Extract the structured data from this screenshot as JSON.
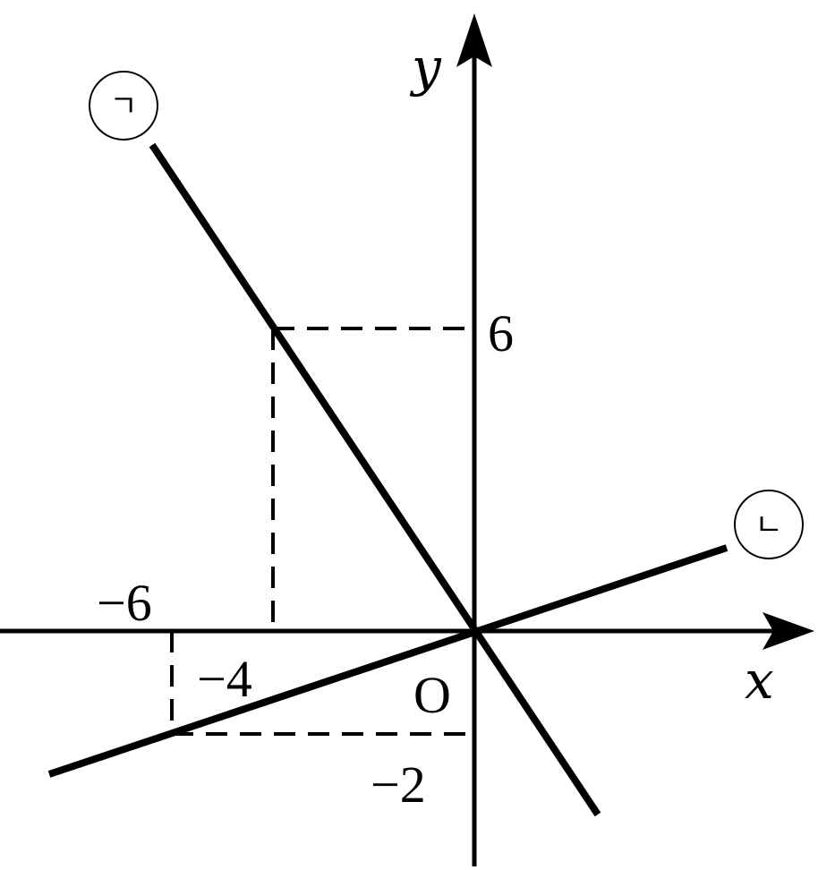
{
  "axes": {
    "x_label": "x",
    "y_label": "y",
    "origin_label": "O"
  },
  "ticks": {
    "x_neg6": "−6",
    "x_neg4": "−4",
    "y_6": "6",
    "y_neg2": "−2"
  },
  "lines": {
    "line_a": {
      "label": "ㄱ",
      "through_point": {
        "x": -4,
        "y": 6
      }
    },
    "line_b": {
      "label": "ㄴ",
      "through_point": {
        "x": -6,
        "y": -2
      }
    }
  },
  "colors": {
    "stroke": "#000000",
    "background": "#ffffff"
  }
}
